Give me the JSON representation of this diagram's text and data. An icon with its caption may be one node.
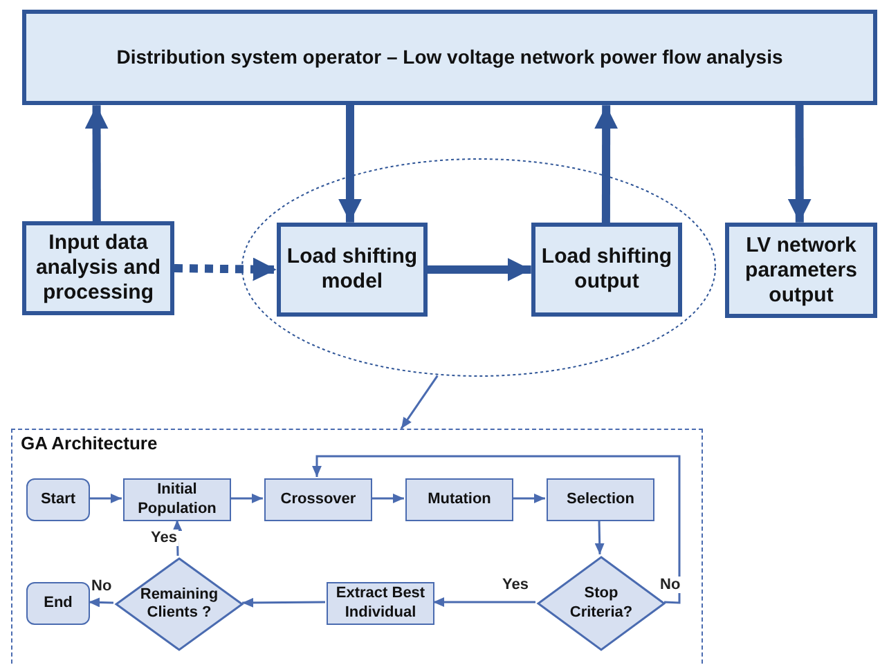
{
  "diagram": {
    "nodes": [
      {
        "text": [
          "Distribution system operator – Low voltage network power flow analysis"
        ]
      },
      {
        "text": [
          "Input data analysis and processing"
        ]
      },
      {
        "text": [],
        "shape": "ellipse"
      },
      {
        "text": [
          "Load shifting model"
        ],
        "in": 2
      },
      {
        "text": [
          "Load shifting output"
        ],
        "in": 2
      },
      {
        "text": [
          "LV network parameters output"
        ]
      },
      {
        "text": [
          "GA Architecture"
        ]
      },
      {
        "text": [
          "Start"
        ],
        "in": 6
      },
      {
        "text": [
          "Initial Population"
        ],
        "in": 6
      },
      {
        "text": [
          "Crossover"
        ],
        "in": 6
      },
      {
        "text": [
          "Mutation"
        ],
        "in": 6
      },
      {
        "text": [
          "Selection"
        ],
        "in": 6
      },
      {
        "text": [
          "End"
        ],
        "in": 6
      },
      {
        "text": [
          "Remaining Clients ?"
        ],
        "in": 6
      },
      {
        "text": [
          "Extract Best Individual"
        ],
        "in": 6
      },
      {
        "text": [
          "Stop Criteria?"
        ],
        "in": 6
      }
    ],
    "edges": [
      {
        "from": 1,
        "to": 0,
        "arrow": "to",
        "style": "thick"
      },
      {
        "from": 0,
        "to": 3,
        "arrow": "to",
        "style": "thick"
      },
      {
        "from": 4,
        "to": 0,
        "arrow": "to",
        "style": "thick"
      },
      {
        "from": 0,
        "to": 5,
        "arrow": "to",
        "style": "thick"
      },
      {
        "from": 1,
        "to": 3,
        "arrow": "to",
        "style": "dashed"
      },
      {
        "from": 3,
        "to": 4,
        "arrow": "to",
        "style": "thick"
      },
      {
        "from": 2,
        "to": 6,
        "arrow": "to"
      },
      {
        "from": 7,
        "to": 8,
        "arrow": "to"
      },
      {
        "from": 8,
        "to": 9,
        "arrow": "to"
      },
      {
        "from": 9,
        "to": 10,
        "arrow": "to"
      },
      {
        "from": 10,
        "to": 11,
        "arrow": "to"
      },
      {
        "from": 11,
        "to": 15,
        "arrow": "to"
      },
      {
        "from": 15,
        "to": 14,
        "arrow": "to",
        "label": "Yes"
      },
      {
        "from": 15,
        "to": 9,
        "arrow": "to",
        "label": "No"
      },
      {
        "from": 14,
        "to": 13,
        "arrow": "to"
      },
      {
        "from": 13,
        "to": 8,
        "arrow": "to",
        "label": "Yes"
      },
      {
        "from": 13,
        "to": 12,
        "arrow": "to",
        "label": "No"
      }
    ]
  }
}
